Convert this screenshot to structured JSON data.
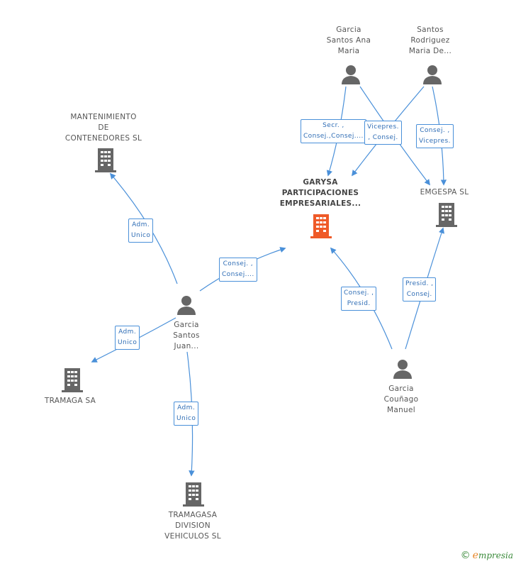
{
  "colors": {
    "edge": "#4a90d9",
    "building": "#666666",
    "building_focus": "#ef5a28",
    "person": "#666666",
    "role_text": "#2f6db5"
  },
  "nodes": {
    "mantenimiento": {
      "lines": [
        "MANTENIMIENTO",
        "DE",
        "CONTENEDORES SL"
      ],
      "icon": "building-icon"
    },
    "garysa": {
      "lines": [
        "GARYSA",
        "PARTICIPACIONES",
        "EMPRESARIALES..."
      ],
      "icon": "building-icon"
    },
    "emgespa": {
      "lines": [
        "EMGESPA SL"
      ],
      "icon": "building-icon"
    },
    "tramaga": {
      "lines": [
        "TRAMAGA SA"
      ],
      "icon": "building-icon"
    },
    "tramagasa": {
      "lines": [
        "TRAMAGASA",
        "DIVISION",
        "VEHICULOS SL"
      ],
      "icon": "building-icon"
    },
    "garcia_santos_ana": {
      "lines": [
        "Garcia",
        "Santos Ana",
        "Maria"
      ],
      "icon": "person-icon"
    },
    "santos_rodriguez": {
      "lines": [
        "Santos",
        "Rodriguez",
        "Maria De..."
      ],
      "icon": "person-icon"
    },
    "garcia_santos_juan": {
      "lines": [
        "Garcia",
        "Santos",
        "Juan..."
      ],
      "icon": "person-icon"
    },
    "garcia_counago": {
      "lines": [
        "Garcia",
        "Couñago",
        "Manuel"
      ],
      "icon": "person-icon"
    }
  },
  "roles": {
    "r_ana_garysa": [
      "Secr. ,",
      "Consej.,Consej...."
    ],
    "r_santos_garysa": [
      "Vicepres.",
      ", Consej."
    ],
    "r_santos_emgespa": [
      "Consej. ,",
      "Vicepres."
    ],
    "r_juan_mant": [
      "Adm.",
      "Unico"
    ],
    "r_juan_garysa": [
      "Consej. ,",
      "Consej...."
    ],
    "r_juan_tramaga": [
      "Adm.",
      "Unico"
    ],
    "r_juan_tramagasa": [
      "Adm.",
      "Unico"
    ],
    "r_manuel_garysa": [
      "Consej. ,",
      "Presid."
    ],
    "r_manuel_emgespa": [
      "Presid. ,",
      "Consej."
    ]
  },
  "footer": {
    "copyright": "©",
    "brand_initial": "e",
    "brand_rest": "mpresia"
  }
}
